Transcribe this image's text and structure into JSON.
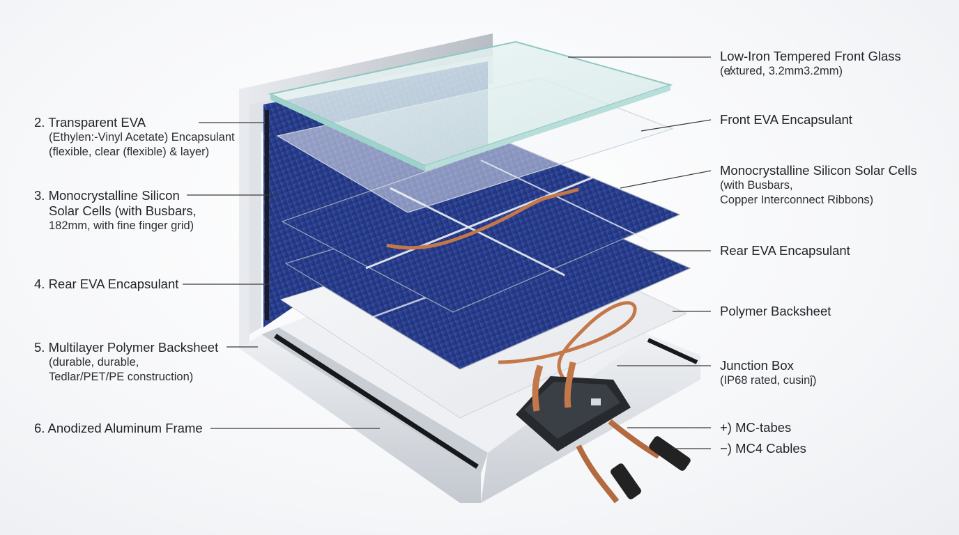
{
  "left_labels": [
    {
      "id": "transparent-eva",
      "lines": [
        "2. Transparent EVA",
        "(Ethylen:-Vinyl Acetate) Encapsulant",
        "(flexible, clear (flexible) & layer)"
      ]
    },
    {
      "id": "mono-cells",
      "lines": [
        "3. Monocrystalline Silicon",
        "Solar Cells (with Busbars,",
        "182mm, with fine finger grid)"
      ]
    },
    {
      "id": "rear-eva",
      "lines": [
        "4. Rear EVA Encapsulant"
      ]
    },
    {
      "id": "backsheet",
      "lines": [
        "5. Multilayer Polymer Backsheet",
        "(durable, durable,",
        "Tedlar/PET/PE construction)"
      ]
    },
    {
      "id": "frame",
      "lines": [
        "6. Anodized Aluminum Frame"
      ]
    }
  ],
  "right_labels": [
    {
      "id": "front-glass",
      "lines": [
        "Low-Iron Tempered Front Glass",
        "(e̸xtured, 3.2mm3.2mm)"
      ]
    },
    {
      "id": "front-eva",
      "lines": [
        "Front EVA Encapsulant"
      ]
    },
    {
      "id": "mono-cells-right",
      "lines": [
        "Monocrystalline Silicon Solar Cells",
        "(with Busbars,",
        "Copper Interconnect Ribbons)"
      ]
    },
    {
      "id": "rear-eva-right",
      "lines": [
        "Rear EVA Encapsulant"
      ]
    },
    {
      "id": "polymer-backsheet",
      "lines": [
        "Polymer Backsheet"
      ]
    },
    {
      "id": "junction-box",
      "lines": [
        "Junction Box",
        "(IP68 rated, cusinĵ)"
      ]
    },
    {
      "id": "mc-positive",
      "lines": [
        "+) MC-tabes"
      ]
    },
    {
      "id": "mc-negative",
      "lines": [
        "−) MC4 Cables"
      ]
    }
  ],
  "colors": {
    "cell_blue": "#2a3f82",
    "cell_blue_light": "#3a56a4",
    "copper": "#c4784a",
    "frame_silver": "#d3d7dd",
    "glass_tint": "#cfe9e6",
    "leader_line": "#3a3a3a"
  }
}
